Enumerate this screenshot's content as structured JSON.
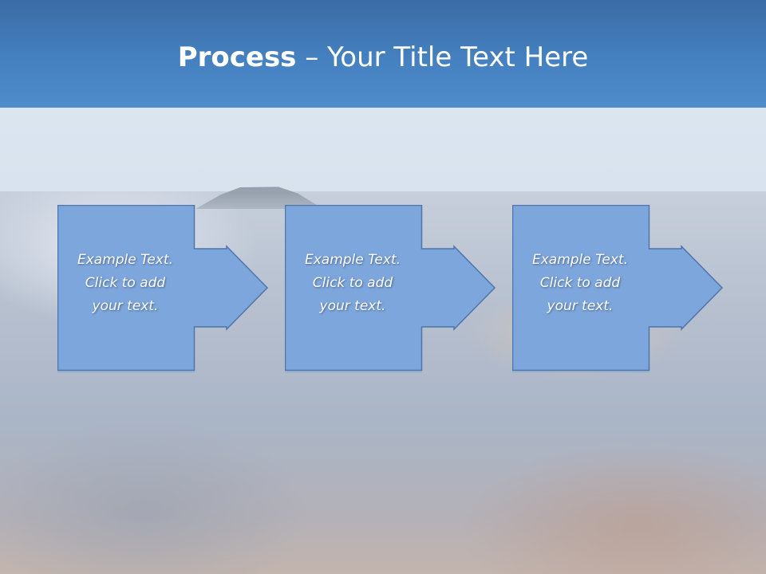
{
  "slide": {
    "title_bold": "Process",
    "title_rest": " – Your Title Text Here"
  },
  "steps": [
    {
      "line1": "Example Text.",
      "line2": "Click  to add",
      "line3": "your text."
    },
    {
      "line1": "Example Text.",
      "line2": "Click  to add",
      "line3": "your text."
    },
    {
      "line1": "Example Text.",
      "line2": "Click  to add",
      "line3": "your text."
    }
  ],
  "colors": {
    "title_band": "#4682c2",
    "step_fill": "#7da6dc",
    "step_stroke": "#4f75aa",
    "text": "#ffffff"
  }
}
